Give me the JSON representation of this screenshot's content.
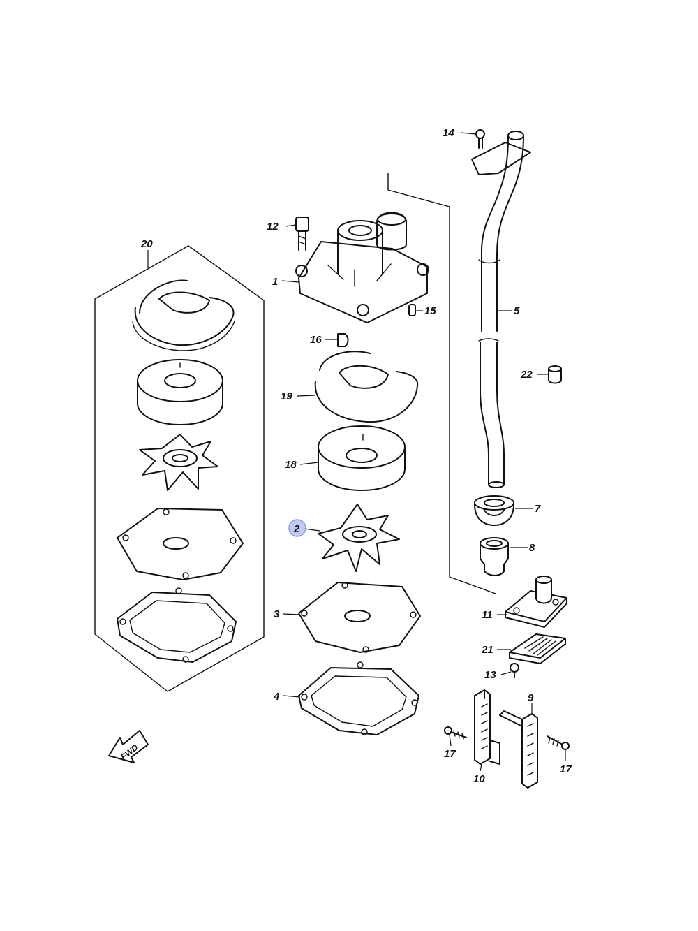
{
  "diagram": {
    "callouts": [
      {
        "id": "p1",
        "label": "1"
      },
      {
        "id": "p2",
        "label": "2",
        "highlighted": true
      },
      {
        "id": "p3",
        "label": "3"
      },
      {
        "id": "p4",
        "label": "4"
      },
      {
        "id": "p5",
        "label": "5"
      },
      {
        "id": "p7",
        "label": "7"
      },
      {
        "id": "p8",
        "label": "8"
      },
      {
        "id": "p9",
        "label": "9"
      },
      {
        "id": "p10",
        "label": "10"
      },
      {
        "id": "p11",
        "label": "11"
      },
      {
        "id": "p12",
        "label": "12"
      },
      {
        "id": "p13",
        "label": "13"
      },
      {
        "id": "p14",
        "label": "14"
      },
      {
        "id": "p15",
        "label": "15"
      },
      {
        "id": "p16",
        "label": "16"
      },
      {
        "id": "p17a",
        "label": "17"
      },
      {
        "id": "p17b",
        "label": "17"
      },
      {
        "id": "p18",
        "label": "18"
      },
      {
        "id": "p19",
        "label": "19"
      },
      {
        "id": "p20",
        "label": "20"
      },
      {
        "id": "p21",
        "label": "21"
      },
      {
        "id": "p22",
        "label": "22"
      }
    ],
    "direction_arrow": "FWD",
    "highlight_color": "#b9c1ef"
  }
}
